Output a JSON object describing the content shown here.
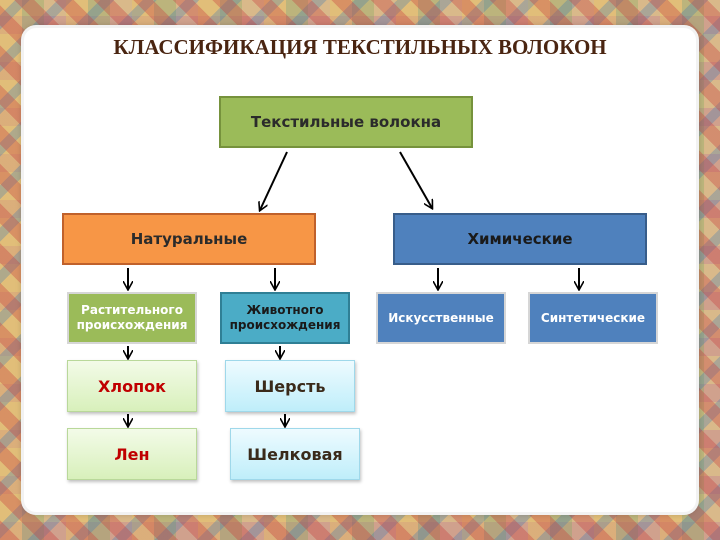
{
  "title": "КЛАССИФИКАЦИЯ ТЕКСТИЛЬНЫХ ВОЛОКОН",
  "nodes": {
    "root": "Текстильные волокна",
    "natural": "Натуральные",
    "chemical": "Химические",
    "plant": "Растительного происхождения",
    "animal": "Животного происхождения",
    "artificial": "Искусственные",
    "synthetic": "Синтетические",
    "cotton": "Хлопок",
    "flax": "Лен",
    "wool": "Шерсть",
    "silk": "Шелковая"
  },
  "colors": {
    "root": "#9bbb59",
    "natural": "#f79646",
    "chemical": "#4f81bd",
    "animal": "#4bacc6",
    "title": "#4a2511",
    "leaf_text_red": "#c00000"
  }
}
